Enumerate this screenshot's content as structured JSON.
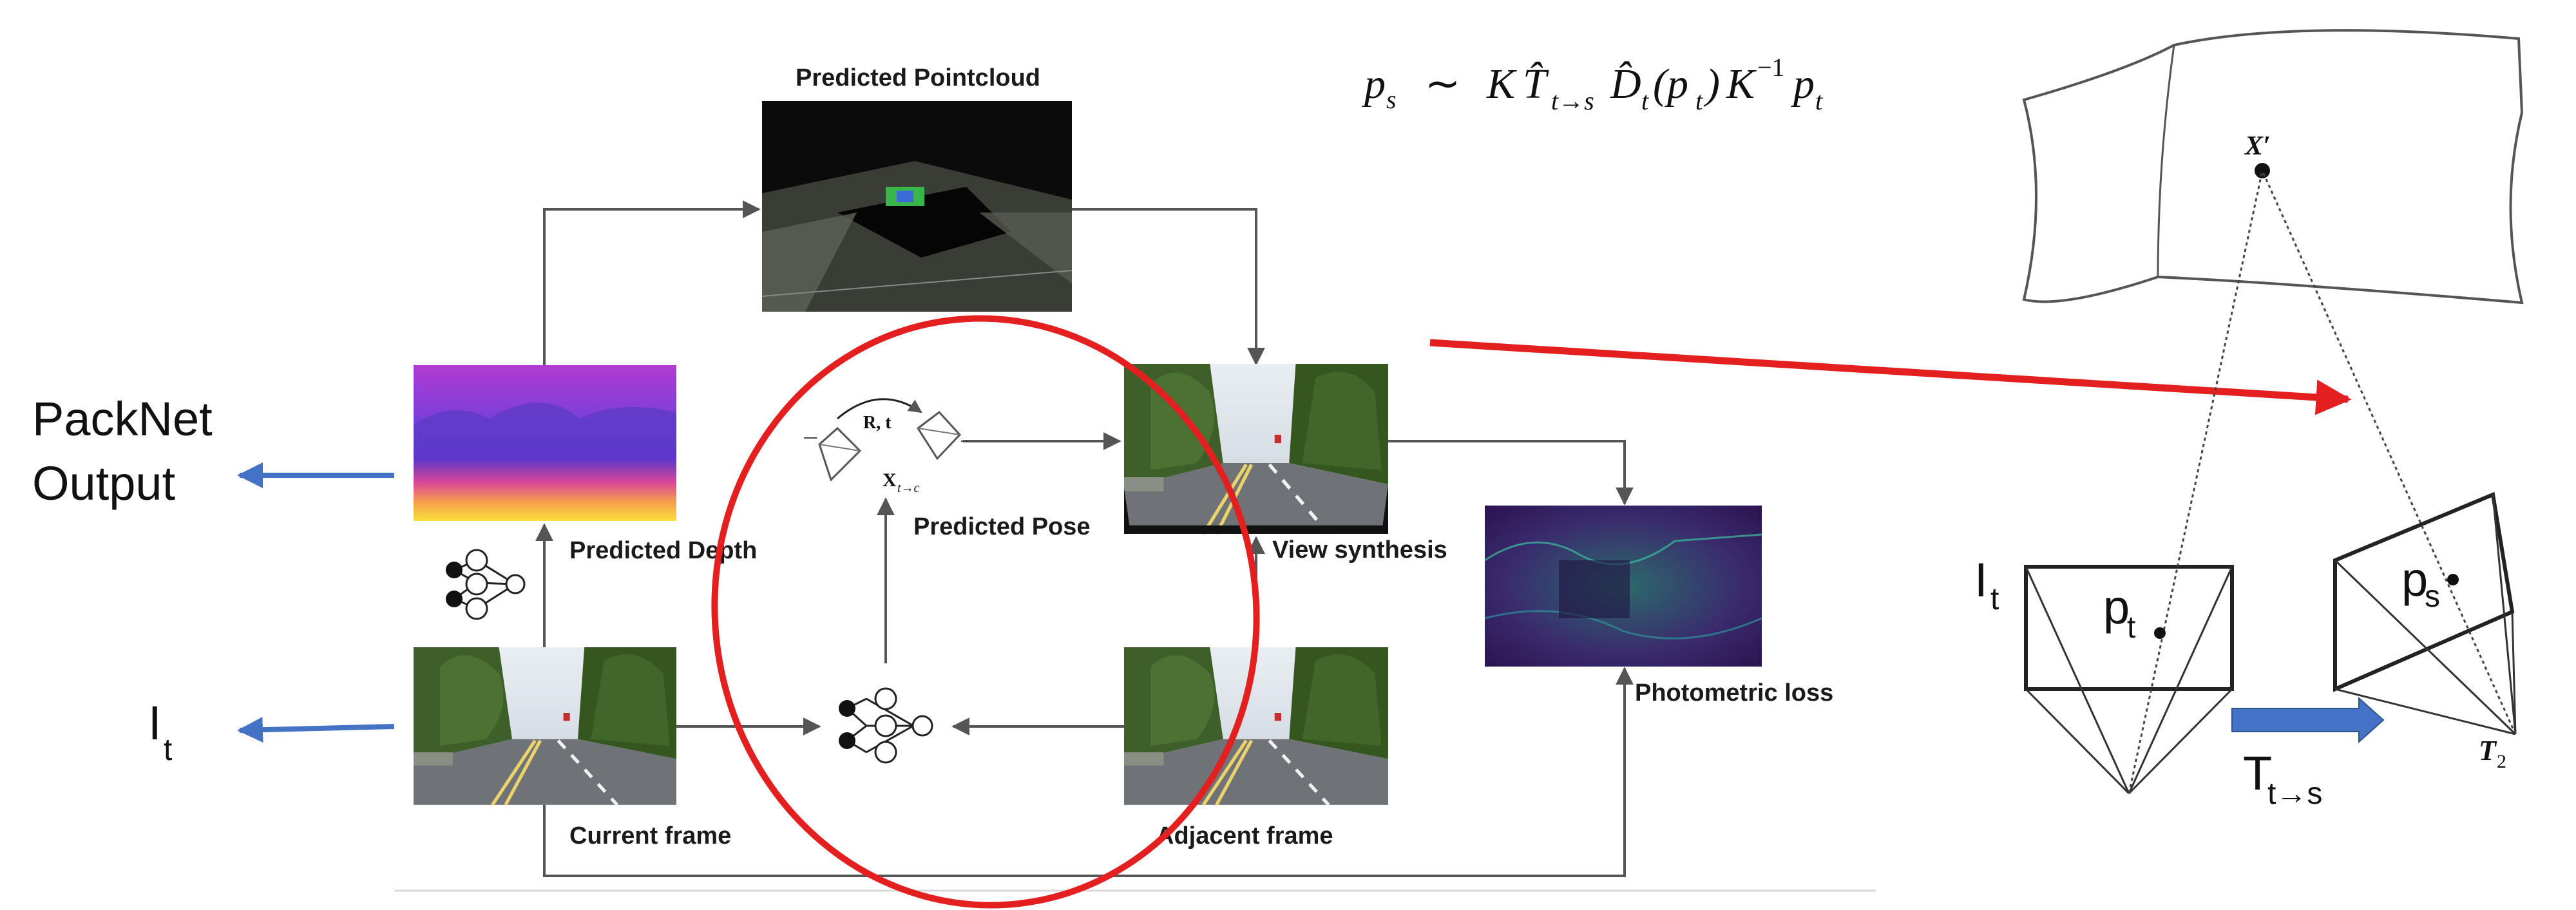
{
  "left_labels": {
    "packnet_line1": "PackNet",
    "packnet_line2": "Output",
    "it_base": "I",
    "it_sub": "t"
  },
  "pipeline": {
    "pointcloud_title": "Predicted Pointcloud",
    "predicted_depth": "Predicted Depth",
    "predicted_pose": "Predicted Pose",
    "view_synthesis": "View synthesis",
    "photometric_loss": "Photometric loss",
    "current_frame": "Current frame",
    "adjacent_frame": "Adjacent  frame",
    "pose_rt": "R, t",
    "pose_x_base": "X",
    "pose_x_sub": "t→c"
  },
  "equation": {
    "ps": "p",
    "ps_sub": "s",
    "sim": "∼",
    "K": "K",
    "T_hat": "T̂",
    "T_sub": "t→s",
    "D_hat": "D̂",
    "D_sub": "t",
    "D_arg": "(p",
    "D_arg_sub": "t",
    "D_arg_close": ")",
    "K_inv": "K",
    "K_inv_sup": "−1",
    "p_end": "p",
    "p_end_sub": "t"
  },
  "geometry_panel": {
    "X_prime": "X′",
    "left_cam_I": "I",
    "left_cam_I_sub": "t",
    "left_pt": "p",
    "left_pt_sub": "t",
    "right_pt": "p",
    "right_pt_sub": "s",
    "T2_base": "T",
    "T2_sub": "2",
    "transform_base": "T",
    "transform_sub": "t→s"
  },
  "colors": {
    "red": "#e41f1f",
    "blue_arrow": "#4472c4",
    "connector": "#555555"
  }
}
